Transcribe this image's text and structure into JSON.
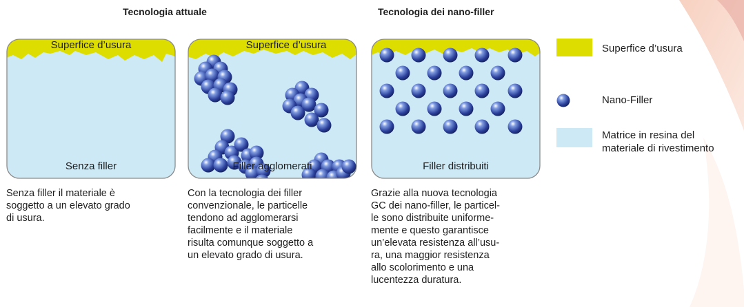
{
  "headings": {
    "current": "Tecnologia attuale",
    "nano": "Tecnologia dei nano-filler"
  },
  "panels": [
    {
      "top_label": "Superfice d’usura",
      "bottom_label": "Senza filler",
      "description": [
        "Senza filler il materiale è",
        "soggetto a un elevato grado",
        "di usura."
      ]
    },
    {
      "top_label": "Superfice d’usura",
      "bottom_label": "Filler agglomerati",
      "description": [
        "Con la tecnologia dei filler",
        "convenzionale, le particelle",
        "tendono ad agglomerarsi",
        "facilmente e il materiale",
        "risulta comunque soggetto a",
        "un elevato grado di usura."
      ]
    },
    {
      "top_label": "",
      "bottom_label": "Filler distribuiti",
      "description": [
        "Grazie alla nuova tecnologia",
        "GC dei nano-filler, le particel-",
        "le sono distribuite uniforme-",
        "mente e questo garantisce",
        "un’elevata resistenza all’usu-",
        "ra, una maggior resistenza",
        "allo scolorimento e una",
        "lucentezza duratura."
      ]
    }
  ],
  "legend": [
    {
      "label": "Superfice d’usura",
      "icon": "yellow-swatch"
    },
    {
      "label": "Nano-Filler",
      "icon": "blue-sphere-icon"
    },
    {
      "label": "Matrice in resina del\nmateriale di rivestimento",
      "icon": "light-blue-swatch"
    }
  ],
  "colors": {
    "wear_surface": "#dedd00",
    "resin_matrix": "#cde9f5",
    "panel_border": "#8a8a8a",
    "nano_filler": "#2a3f9a"
  }
}
